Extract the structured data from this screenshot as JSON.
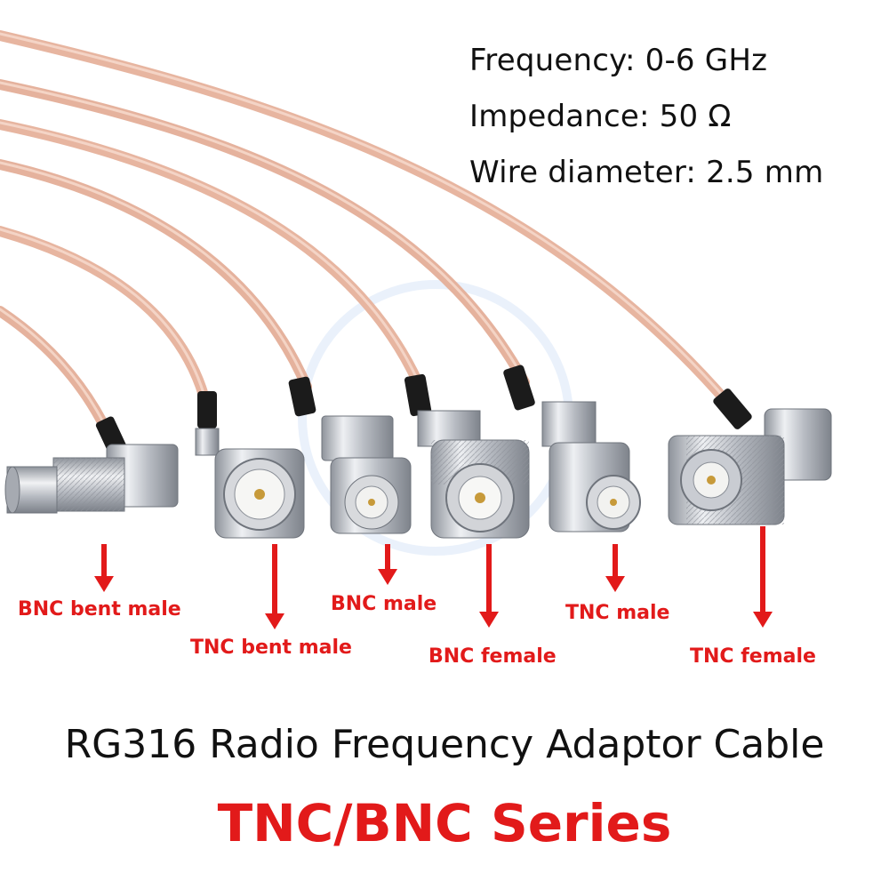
{
  "specs": {
    "frequency": "Frequency: 0-6 GHz",
    "impedance": "Impedance: 50 Ω",
    "wire_diameter": "Wire diameter: 2.5 mm"
  },
  "labels": {
    "bnc_bent_male": "BNC bent male",
    "tnc_bent_male": "TNC bent male",
    "bnc_male": "BNC male",
    "bnc_female": "BNC female",
    "tnc_male": "TNC male",
    "tnc_female": "TNC female"
  },
  "title": {
    "main": "RG316 Radio Frequency Adaptor Cable",
    "series": "TNC/BNC Series"
  },
  "colors": {
    "cable": "#e7b5a0",
    "arrow": "#e21a1a",
    "metal": "#c9ccd2"
  }
}
